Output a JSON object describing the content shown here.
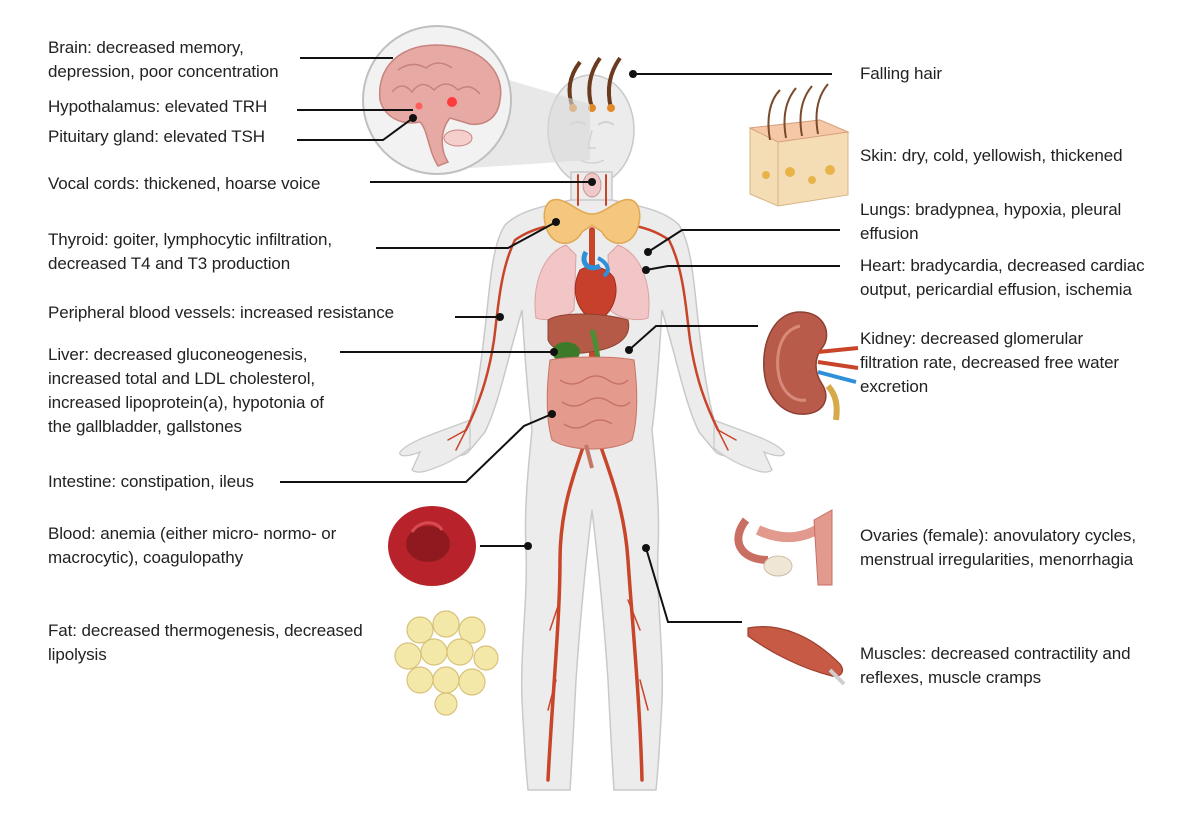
{
  "labels": {
    "brain": [
      "Brain: decreased memory,",
      "depression, poor concentration"
    ],
    "hypothalamus": [
      "Hypothalamus: elevated TRH"
    ],
    "pituitary": [
      "Pituitary gland: elevated TSH"
    ],
    "vocal": [
      "Vocal cords: thickened, hoarse voice"
    ],
    "thyroid": [
      "Thyroid: goiter, lymphocytic infiltration,",
      "decreased T4 and T3 production"
    ],
    "vessels": [
      "Peripheral blood vessels: increased resistance"
    ],
    "liver": [
      "Liver: decreased gluconeogenesis,",
      "increased total and LDL cholesterol,",
      "increased lipoprotein(a), hypotonia of",
      "the gallbladder, gallstones"
    ],
    "intestine": [
      "Intestine: constipation, ileus"
    ],
    "blood": [
      "Blood: anemia (either micro- normo- or",
      "macrocytic), coagulopathy"
    ],
    "fat": [
      "Fat: decreased thermogenesis, decreased",
      "lipolysis"
    ],
    "hair": [
      "Falling hair"
    ],
    "skin": [
      "Skin: dry, cold, yellowish, thickened"
    ],
    "lungs": [
      "Lungs: bradypnea, hypoxia, pleural",
      "effusion"
    ],
    "heart": [
      "Heart: bradycardia, decreased cardiac",
      "output, pericardial effusion, ischemia"
    ],
    "kidney": [
      "Kidney: decreased glomerular",
      "filtration rate, decreased free water",
      "excretion"
    ],
    "ovaries": [
      "Ovaries (female): anovulatory cycles,",
      "menstrual irregularities, menorrhagia"
    ],
    "muscles": [
      "Muscles: decreased contractility and",
      "reflexes, muscle cramps"
    ]
  },
  "colors": {
    "skin": "#ececec",
    "skin_outline": "#c9c9c9",
    "artery": "#c8452a",
    "leader": "#111111",
    "brain": "#e7a9a4",
    "thyroid": "#f5c77e",
    "heart": "#c7402c",
    "vein": "#2f8fd8",
    "lung": "#f2c6c6",
    "liver": "#b55a46",
    "gallbladder": "#3c7a2a",
    "intestine": "#e59a8e",
    "rbc": "#b8232b",
    "fat": "#f4e8a8",
    "muscle": "#c65a45",
    "kidney": "#b95b4a"
  }
}
